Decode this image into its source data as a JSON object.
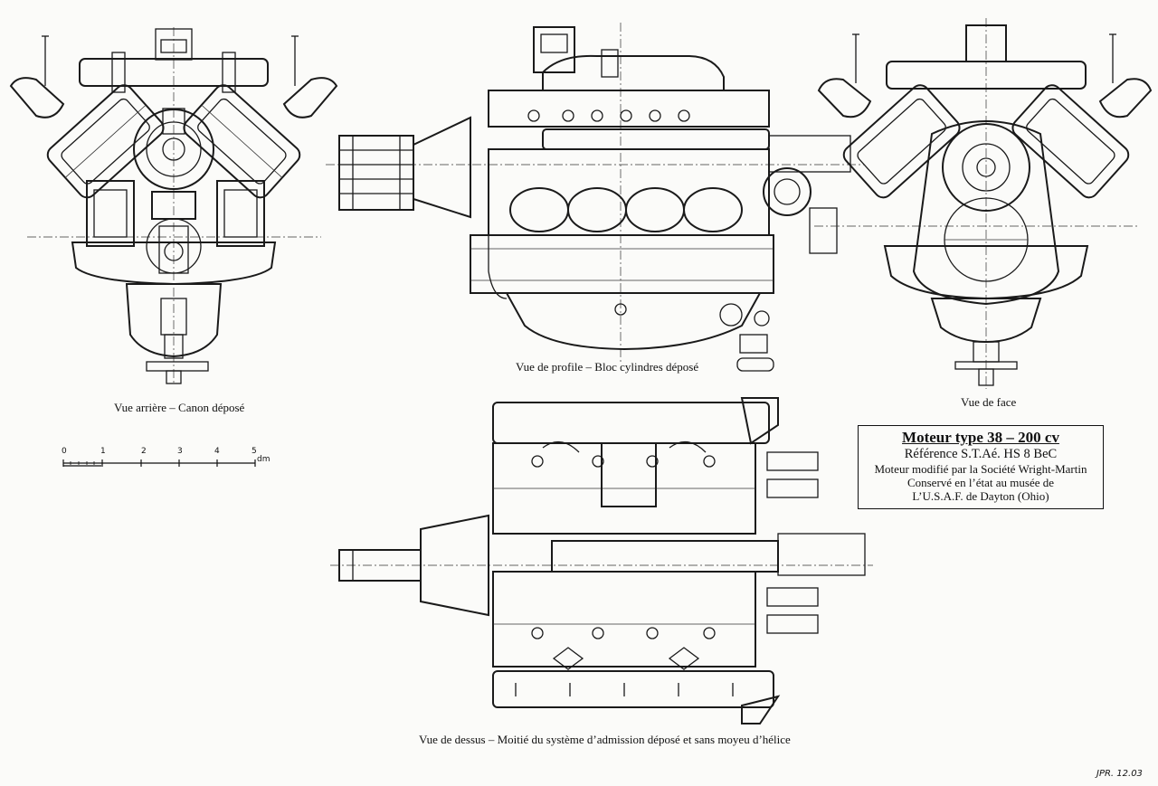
{
  "captions": {
    "rear": "Vue arrière – Canon déposé",
    "profile": "Vue de profile – Bloc cylindres déposé",
    "front": "Vue de face",
    "top": "Vue de dessus – Moitié du système d’admission déposé et sans moyeu d’hélice"
  },
  "cartouche": {
    "title": "Moteur type 38 – 200 cv",
    "reference": "Référence S.T.Aé. HS 8 BeC",
    "line1": "Moteur modifié par la Société Wright-Martin",
    "line2": "Conservé en l’état au musée de",
    "line3": "L’U.S.A.F. de Dayton (Ohio)"
  },
  "scale": {
    "ticks": [
      "0",
      "1",
      "2",
      "3",
      "4",
      "5"
    ],
    "unit": "dm"
  },
  "signature": "JPR. 12.03"
}
